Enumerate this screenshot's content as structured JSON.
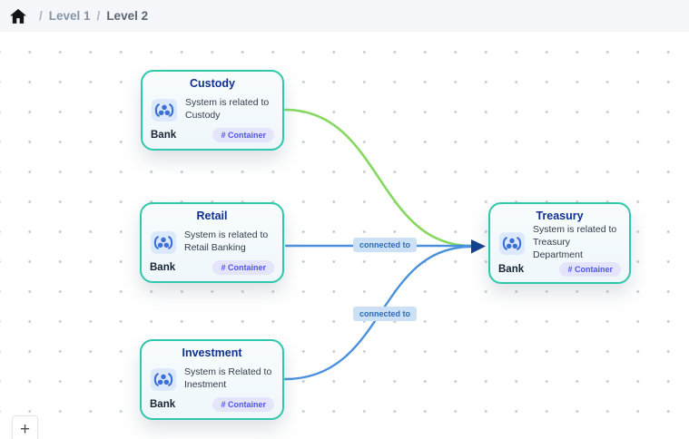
{
  "breadcrumb": {
    "separator": "/",
    "items": [
      {
        "label": "Level 1"
      },
      {
        "label": "Level 2"
      }
    ]
  },
  "nodes": [
    {
      "title": "Custody",
      "description": "System is related to Custody",
      "footer_left": "Bank",
      "badge": "# Container"
    },
    {
      "title": "Retail",
      "description": "System is related to Retail Banking",
      "footer_left": "Bank",
      "badge": "# Container"
    },
    {
      "title": "Investment",
      "description": "System is Related to Inestment",
      "footer_left": "Bank",
      "badge": "# Container"
    },
    {
      "title": "Treasury",
      "description": "System is related to Treasury Department",
      "footer_left": "Bank",
      "badge": "# Container"
    }
  ],
  "edges": [
    {
      "from": "Custody",
      "to": "Treasury",
      "label": "",
      "color": "#85d961"
    },
    {
      "from": "Retail",
      "to": "Treasury",
      "label": "connected to",
      "color": "#4a90dd"
    },
    {
      "from": "Investment",
      "to": "Treasury",
      "label": "connected to",
      "color": "#4a90dd"
    }
  ],
  "controls": {
    "zoom_in": "+"
  },
  "colors": {
    "node_border": "#2fc7ad",
    "node_title": "#10308f",
    "badge_bg": "#e4e4fb",
    "badge_text": "#5156e8",
    "edge_green": "#85d961",
    "edge_blue": "#4a90dd",
    "arrow": "#14418f",
    "edge_label_bg": "#cde1f6",
    "edge_label_text": "#2b6cb8",
    "header_bg": "#f4f6f9"
  }
}
